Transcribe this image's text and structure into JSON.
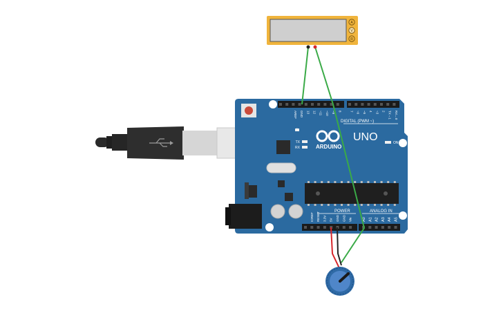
{
  "board": {
    "brand": "ARDUINO",
    "model": "UNO",
    "digital_header_label": "DIGITAL (PWM ~)",
    "power_header_label": "POWER",
    "analog_header_label": "ANALOG IN",
    "on_led_label": "ON",
    "led_l_label": "L",
    "led_tx_label": "TX",
    "led_rx_label": "RX",
    "digital_pins": [
      "AREF",
      "GND",
      "13",
      "12",
      "~11",
      "~10",
      "~9",
      "8",
      "7",
      "~6",
      "~5",
      "4",
      "~3",
      "2",
      "TX→1",
      "RX←0"
    ],
    "power_pins": [
      "IOREF",
      "RESET",
      "3.3V",
      "5V",
      "GND",
      "GND",
      "Vin"
    ],
    "analog_pins": [
      "A0",
      "A1",
      "A2",
      "A3",
      "A4",
      "A5"
    ]
  },
  "multimeter": {
    "mode_buttons": [
      "A",
      "V",
      "R"
    ],
    "selected_mode": "V"
  },
  "colors": {
    "board_blue": "#2b6aa0",
    "wire_green": "#3aaa47",
    "wire_red": "#d7262b",
    "wire_black": "#222222",
    "meter_orange": "#f0b43c",
    "knob_blue": "#4f86c9"
  }
}
